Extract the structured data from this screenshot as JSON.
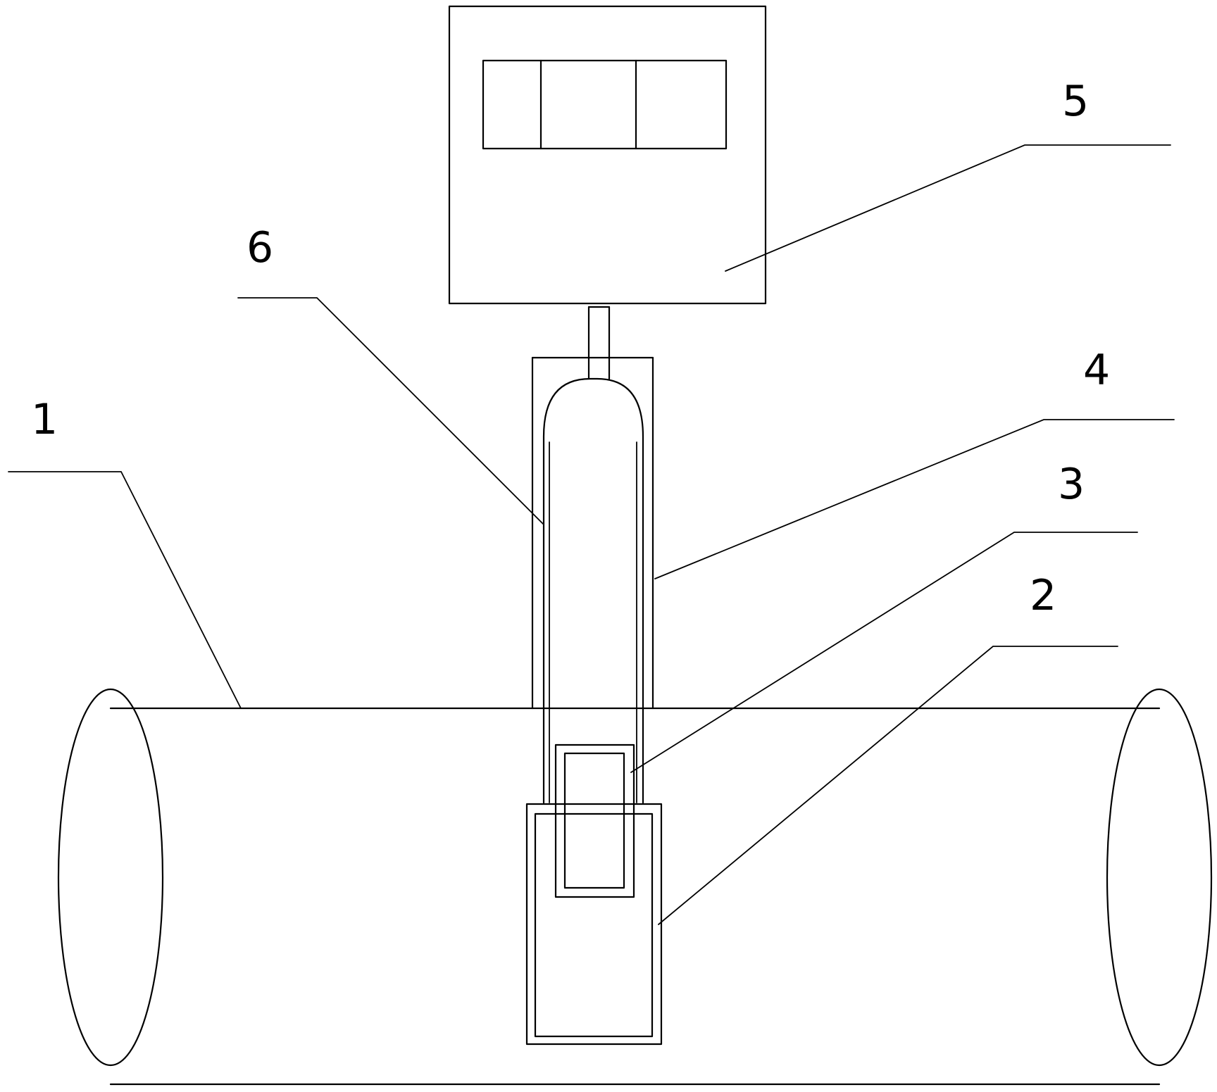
{
  "figure": {
    "labels": [
      {
        "id": "1",
        "text": "1"
      },
      {
        "id": "2",
        "text": "2"
      },
      {
        "id": "3",
        "text": "3"
      },
      {
        "id": "4",
        "text": "4"
      },
      {
        "id": "5",
        "text": "5"
      },
      {
        "id": "6",
        "text": "6"
      }
    ]
  },
  "colors": {
    "line": "#000000",
    "background": "#ffffff"
  }
}
